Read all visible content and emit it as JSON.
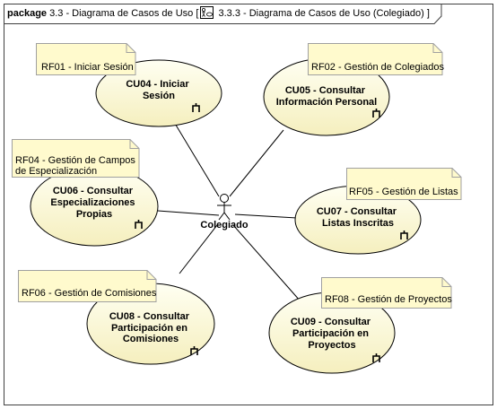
{
  "frame": {
    "keyword": "package",
    "package_name": "3.3 - Diagrama de Casos de Uso",
    "bracket_open": "[",
    "diagram_name": "3.3.3 - Diagrama de Casos de Uso (Colegiado)",
    "bracket_close": "]",
    "diagram_icon": "use-case-diagram-icon"
  },
  "actor": {
    "name": "Colegiado"
  },
  "use_cases": [
    {
      "id": "cu04",
      "lines": [
        "CU04 - Iniciar",
        "Sesión"
      ]
    },
    {
      "id": "cu05",
      "lines": [
        "CU05 - Consultar",
        "Información Personal"
      ]
    },
    {
      "id": "cu06",
      "lines": [
        "CU06 - Consultar",
        "Especializaciones",
        "Propias"
      ]
    },
    {
      "id": "cu07",
      "lines": [
        "CU07 - Consultar",
        "Listas Inscritas"
      ]
    },
    {
      "id": "cu08",
      "lines": [
        "CU08 - Consultar",
        "Participación en",
        "Comisiones"
      ]
    },
    {
      "id": "cu09",
      "lines": [
        "CU09 - Consultar",
        "Participación en",
        "Proyectos"
      ]
    }
  ],
  "notes": [
    {
      "id": "rf01",
      "lines": [
        "RF01 - Iniciar Sesión"
      ]
    },
    {
      "id": "rf02",
      "lines": [
        "RF02 - Gestión de Colegiados"
      ]
    },
    {
      "id": "rf04",
      "lines": [
        "RF04 - Gestión de Campos",
        "de Especialización"
      ]
    },
    {
      "id": "rf05",
      "lines": [
        "RF05 - Gestión de Listas"
      ]
    },
    {
      "id": "rf06",
      "lines": [
        "RF06 - Gestión de Comisiones"
      ]
    },
    {
      "id": "rf08",
      "lines": [
        "RF08 - Gestión de Proyectos"
      ]
    }
  ],
  "colors": {
    "use_case_fill_top": "#fffff2",
    "use_case_fill_bottom": "#f5efbe",
    "note_fill": "#fffacd",
    "line": "#000000",
    "frame_border": "#404040"
  }
}
